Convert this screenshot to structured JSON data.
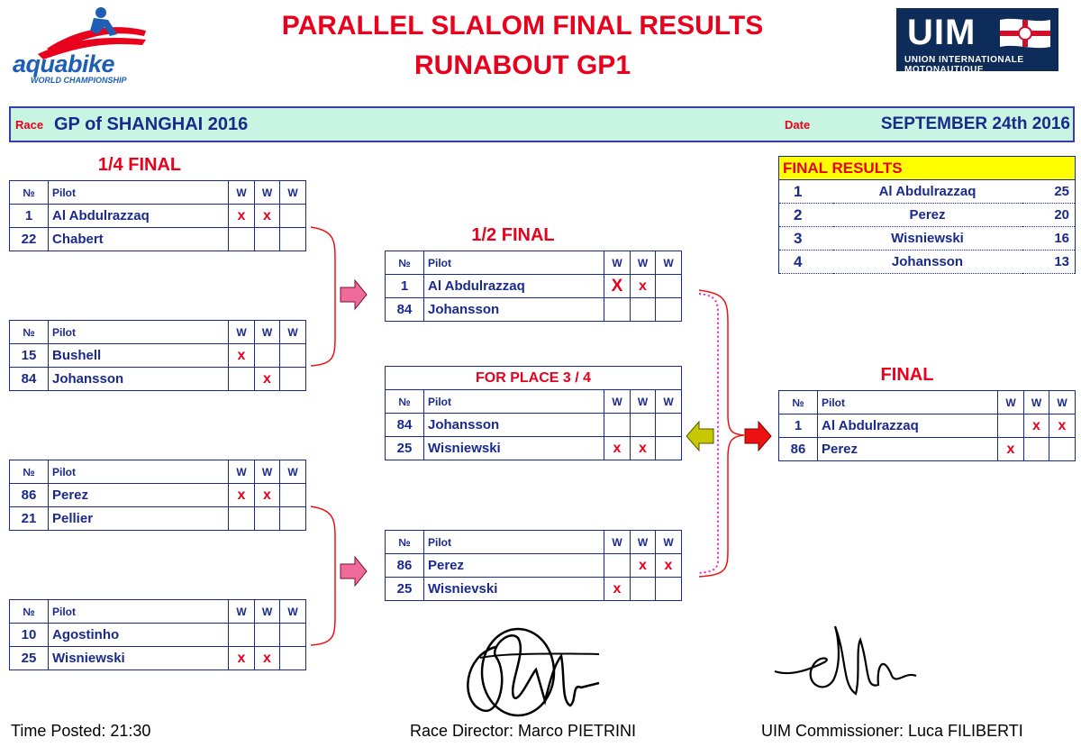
{
  "header": {
    "title_line1": "PARALLEL SLALOM FINAL RESULTS",
    "title_line2": "RUNABOUT GP1",
    "left_logo": {
      "icon": "aquabike-logo",
      "word": "aquabike",
      "sub": "WORLD CHAMPIONSHIP"
    },
    "right_logo": {
      "icon": "uim-logo",
      "word": "UIM",
      "sub": "UNION INTERNATIONALE MOTONAUTIQUE"
    }
  },
  "race": {
    "race_label": "Race",
    "race_name": "GP of SHANGHAI 2016",
    "date_label": "Date",
    "date_value": "SEPTEMBER 24th 2016"
  },
  "columns": {
    "no": "№",
    "pilot": "Pilot",
    "w": "W"
  },
  "quarter": {
    "title": "1/4 FINAL",
    "heats": [
      {
        "rows": [
          {
            "no": "1",
            "pilot": "Al Abdulrazzaq",
            "w": [
              "x",
              "x",
              ""
            ]
          },
          {
            "no": "22",
            "pilot": "Chabert",
            "w": [
              "",
              "",
              ""
            ]
          }
        ]
      },
      {
        "rows": [
          {
            "no": "15",
            "pilot": "Bushell",
            "w": [
              "x",
              "",
              ""
            ]
          },
          {
            "no": "84",
            "pilot": "Johansson",
            "w": [
              "",
              "x",
              ""
            ]
          }
        ]
      },
      {
        "rows": [
          {
            "no": "86",
            "pilot": "Perez",
            "w": [
              "x",
              "x",
              ""
            ]
          },
          {
            "no": "21",
            "pilot": "Pellier",
            "w": [
              "",
              "",
              ""
            ]
          }
        ]
      },
      {
        "rows": [
          {
            "no": "10",
            "pilot": "Agostinho",
            "w": [
              "",
              "",
              ""
            ]
          },
          {
            "no": "25",
            "pilot": "Wisniewski",
            "w": [
              "x",
              "x",
              ""
            ]
          }
        ]
      }
    ]
  },
  "semi": {
    "title": "1/2 FINAL",
    "heats": [
      {
        "rows": [
          {
            "no": "1",
            "pilot": "Al Abdulrazzaq",
            "w": [
              "X",
              "x",
              ""
            ]
          },
          {
            "no": "84",
            "pilot": "Johansson",
            "w": [
              "",
              "",
              ""
            ]
          }
        ]
      },
      {
        "rows": [
          {
            "no": "86",
            "pilot": "Perez",
            "w": [
              "",
              "x",
              "x"
            ]
          },
          {
            "no": "25",
            "pilot": "Wisnievski",
            "w": [
              "x",
              "",
              ""
            ]
          }
        ]
      }
    ]
  },
  "place34": {
    "title": "FOR PLACE 3 / 4",
    "rows": [
      {
        "no": "84",
        "pilot": "Johansson",
        "w": [
          "",
          "",
          ""
        ]
      },
      {
        "no": "25",
        "pilot": "Wisniewski",
        "w": [
          "x",
          "x",
          ""
        ]
      }
    ]
  },
  "final": {
    "title": "FINAL",
    "rows": [
      {
        "no": "1",
        "pilot": "Al Abdulrazzaq",
        "w": [
          "",
          "x",
          "x"
        ]
      },
      {
        "no": "86",
        "pilot": "Perez",
        "w": [
          "x",
          "",
          ""
        ]
      }
    ]
  },
  "final_results": {
    "title": "FINAL RESULTS",
    "rows": [
      {
        "rank": "1",
        "name": "Al Abdulrazzaq",
        "points": "25"
      },
      {
        "rank": "2",
        "name": "Perez",
        "points": "20"
      },
      {
        "rank": "3",
        "name": "Wisniewski",
        "points": "16"
      },
      {
        "rank": "4",
        "name": "Johansson",
        "points": "13"
      }
    ]
  },
  "footer": {
    "time_posted": "Time Posted: 21:30",
    "race_director": "Race Director: Marco PIETRINI",
    "commissioner": "UIM Commissioner: Luca FILIBERTI"
  },
  "colors": {
    "red": "#e8001c",
    "navy": "#1a2a8c",
    "mint": "#c8f4e2",
    "yellow": "#ffff00",
    "arrow_pink": "#f06a9a",
    "arrow_red": "#ee1111",
    "arrow_olive": "#c8c800",
    "dotted_magenta": "#ee22cc"
  }
}
